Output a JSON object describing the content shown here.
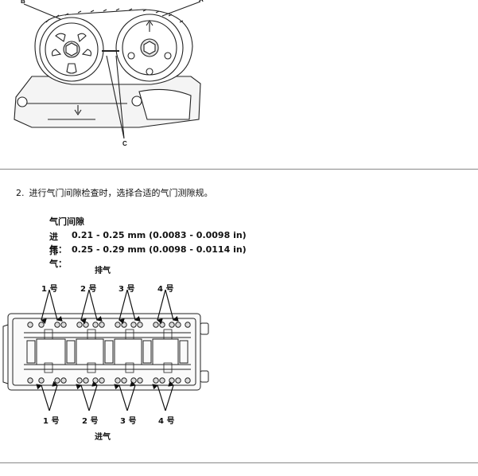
{
  "figure1": {
    "callouts": {
      "a": "A",
      "b": "B",
      "c": "C"
    }
  },
  "step": {
    "number": "2.",
    "text": "进行气门间隙检查时，选择合适的气门测隙规。"
  },
  "clearance": {
    "heading": "气门间隙",
    "intake_label": "进气：",
    "intake_value": "0.21 - 0.25 mm (0.0083 - 0.0098 in)",
    "exhaust_label": "排气：",
    "exhaust_value": "0.25 - 0.29 mm (0.0098 - 0.0114 in)"
  },
  "figure2": {
    "exhaust_caption": "排气",
    "intake_caption": "进气",
    "top_cylinders": [
      "1 号",
      "2 号",
      "3 号",
      "4 号"
    ],
    "bottom_cylinders": [
      "1 号",
      "2 号",
      "3 号",
      "4 号"
    ]
  }
}
